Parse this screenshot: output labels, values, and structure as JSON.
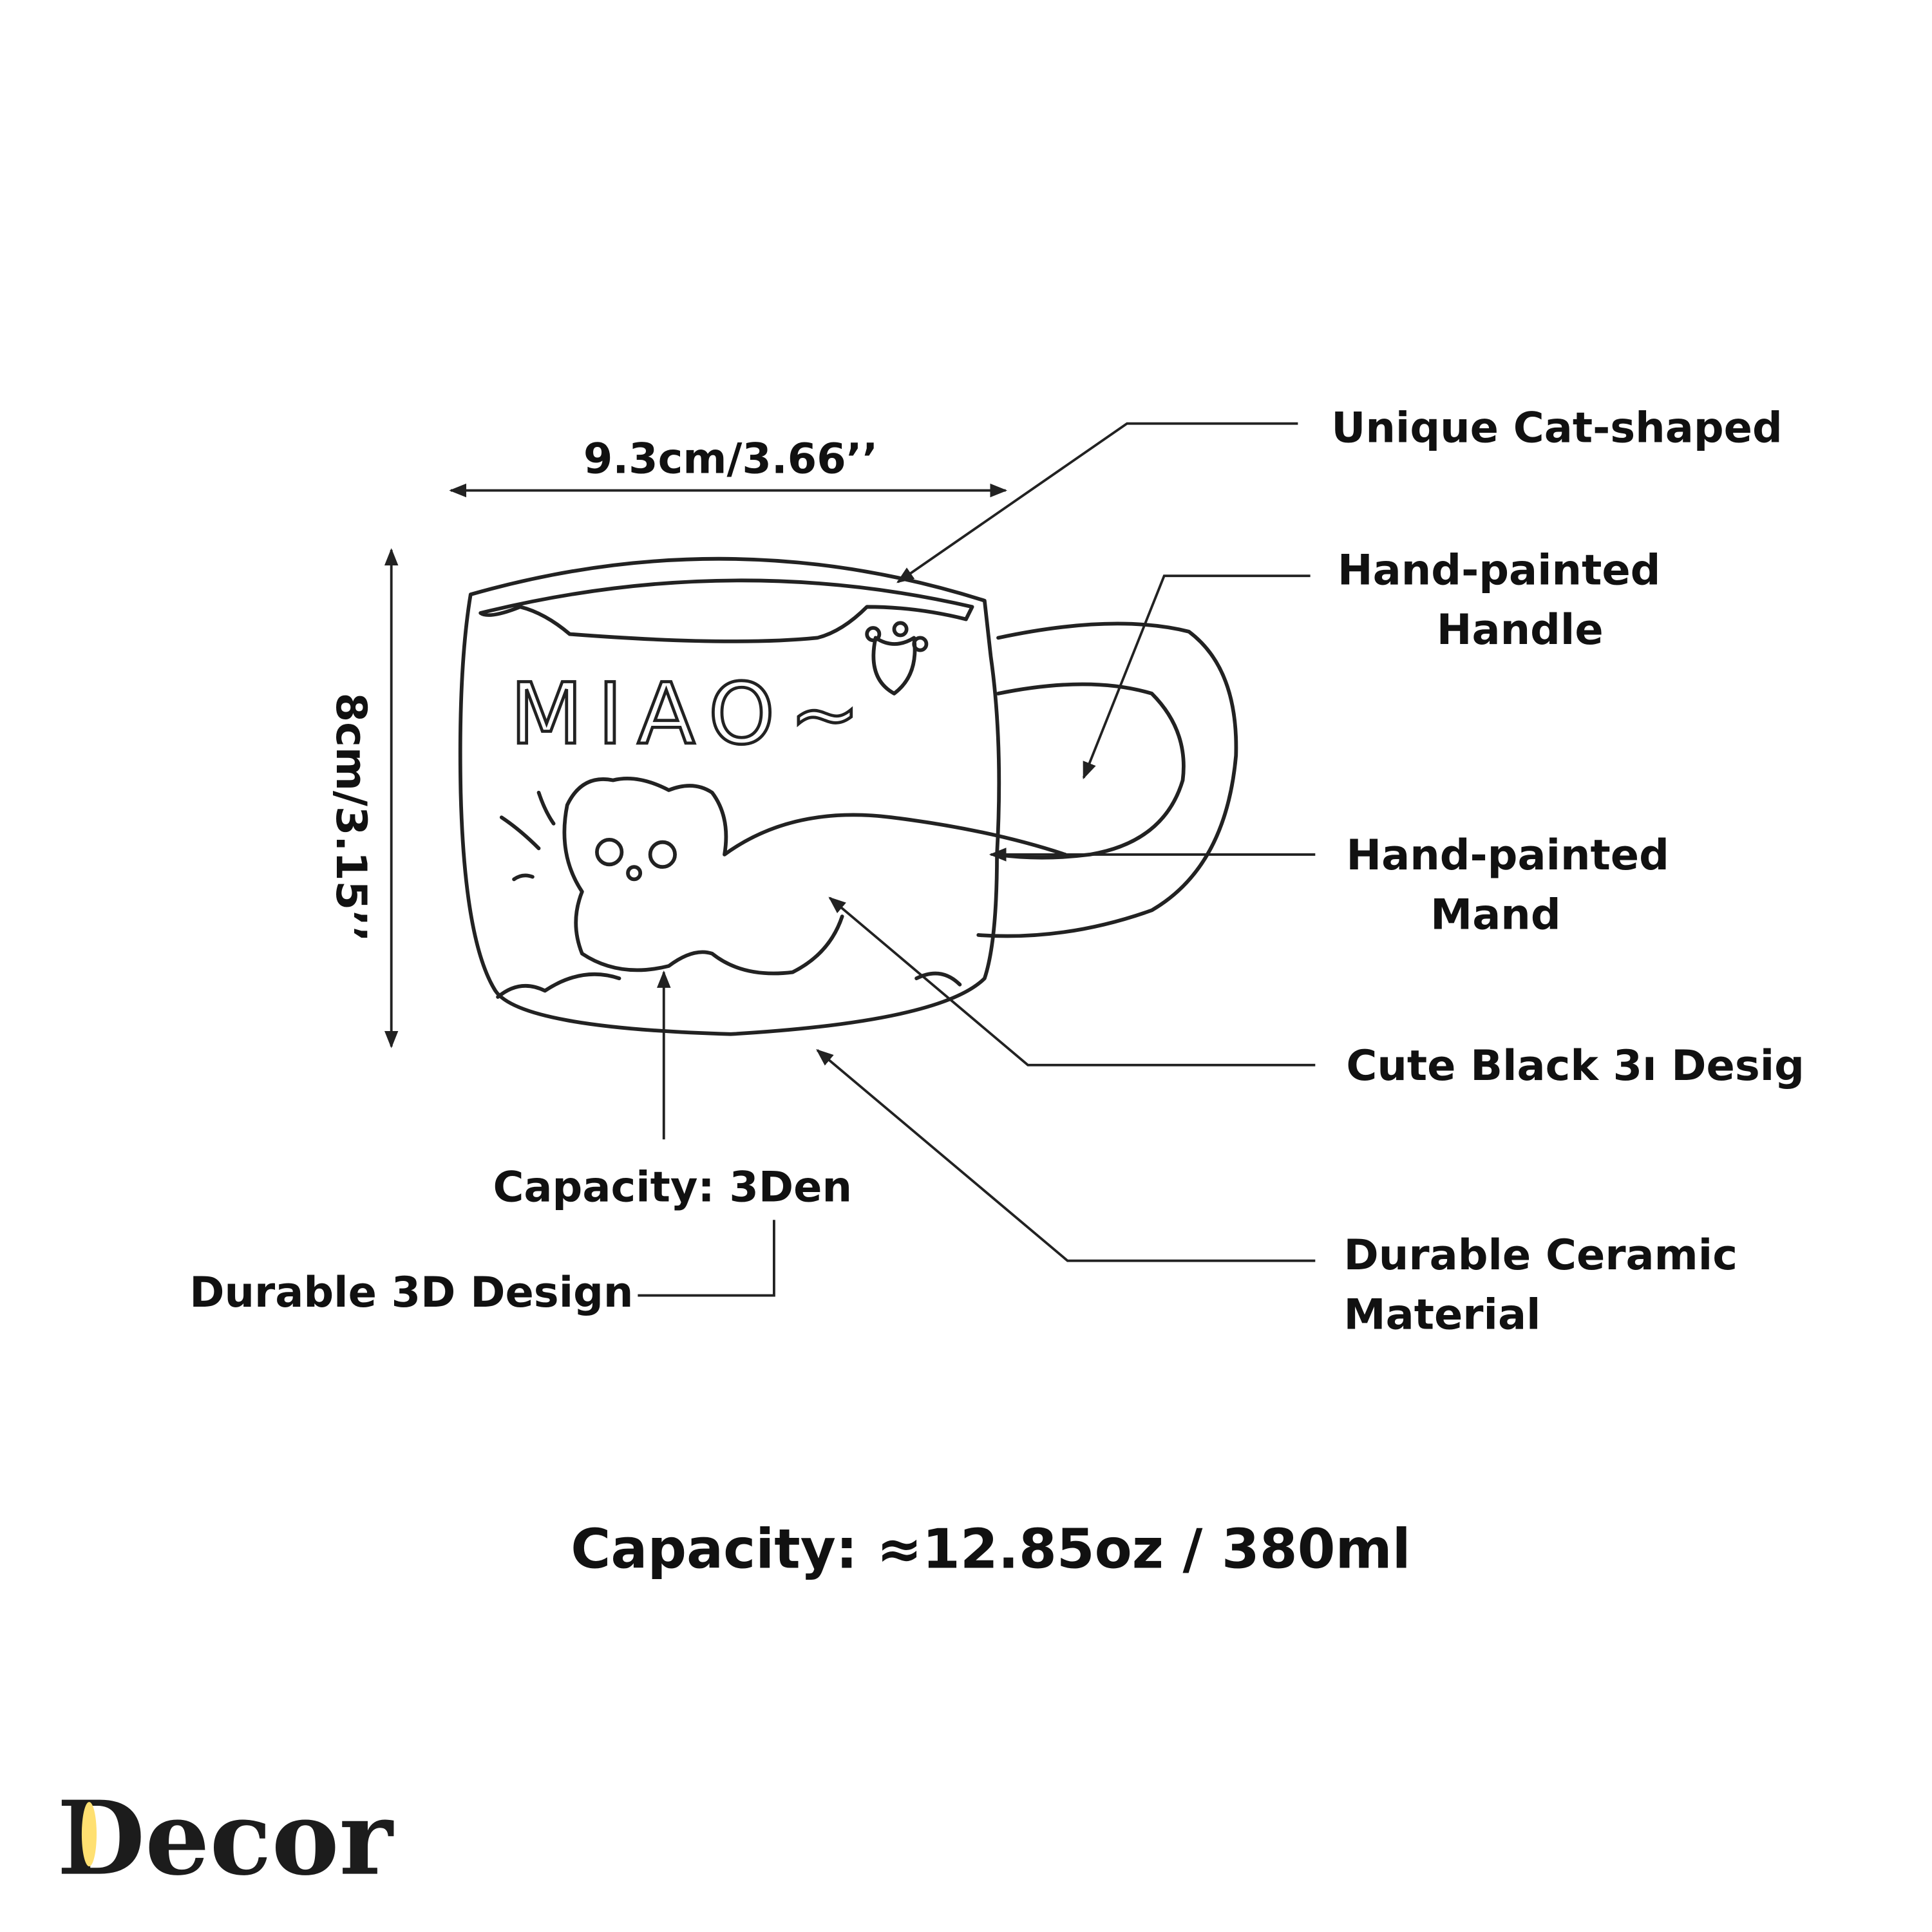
{
  "dimensions": {
    "width_label": "9.3cm/3.66’’",
    "height_label": "8cm/3.15’’"
  },
  "mug_text": "MIAO~",
  "callouts": [
    {
      "lines": [
        "Unique Cat-shaped"
      ]
    },
    {
      "lines": [
        "Hand-painted",
        "Handle"
      ]
    },
    {
      "lines": [
        "Hand-painted",
        "Mand"
      ]
    },
    {
      "lines": [
        "Cute Black 3ı Desig"
      ]
    },
    {
      "lines": [
        "Durable Ceramic",
        "Material"
      ]
    },
    {
      "lines": [
        "Capacity: 3Den"
      ]
    },
    {
      "lines": [
        "Durable 3D Design"
      ]
    }
  ],
  "capacity": "Capacity: ≈12.85oz / 380ml",
  "brand": {
    "name": "Decor",
    "accent": "#FFE071",
    "ink": "#1c1c1c"
  }
}
